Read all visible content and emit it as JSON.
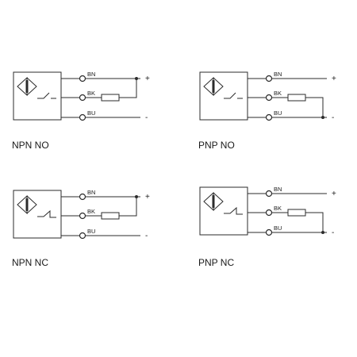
{
  "diagrams": [
    {
      "caption": "NPN NO",
      "type": "npn",
      "contact": "no",
      "wires": [
        {
          "label": "BN",
          "end": "+"
        },
        {
          "label": "BK",
          "end": ""
        },
        {
          "label": "BU",
          "end": "-"
        }
      ]
    },
    {
      "caption": "PNP NO",
      "type": "pnp",
      "contact": "no",
      "wires": [
        {
          "label": "BN",
          "end": "+"
        },
        {
          "label": "BK",
          "end": ""
        },
        {
          "label": "BU",
          "end": "-"
        }
      ]
    },
    {
      "caption": "NPN NC",
      "type": "npn",
      "contact": "nc",
      "wires": [
        {
          "label": "BN",
          "end": "+"
        },
        {
          "label": "BK",
          "end": ""
        },
        {
          "label": "BU",
          "end": "-"
        }
      ]
    },
    {
      "caption": "PNP NC",
      "type": "pnp",
      "contact": "nc",
      "wires": [
        {
          "label": "BN",
          "end": "+"
        },
        {
          "label": "BK",
          "end": ""
        },
        {
          "label": "BU",
          "end": "-"
        }
      ]
    }
  ],
  "colors": {
    "line": "#2b2b2b",
    "text": "#1a1a1a",
    "background": "#ffffff"
  },
  "icons": [
    "inductive-sensor-symbol-icon",
    "switch-contact-icon",
    "resistor-icon",
    "terminal-circle-icon"
  ]
}
